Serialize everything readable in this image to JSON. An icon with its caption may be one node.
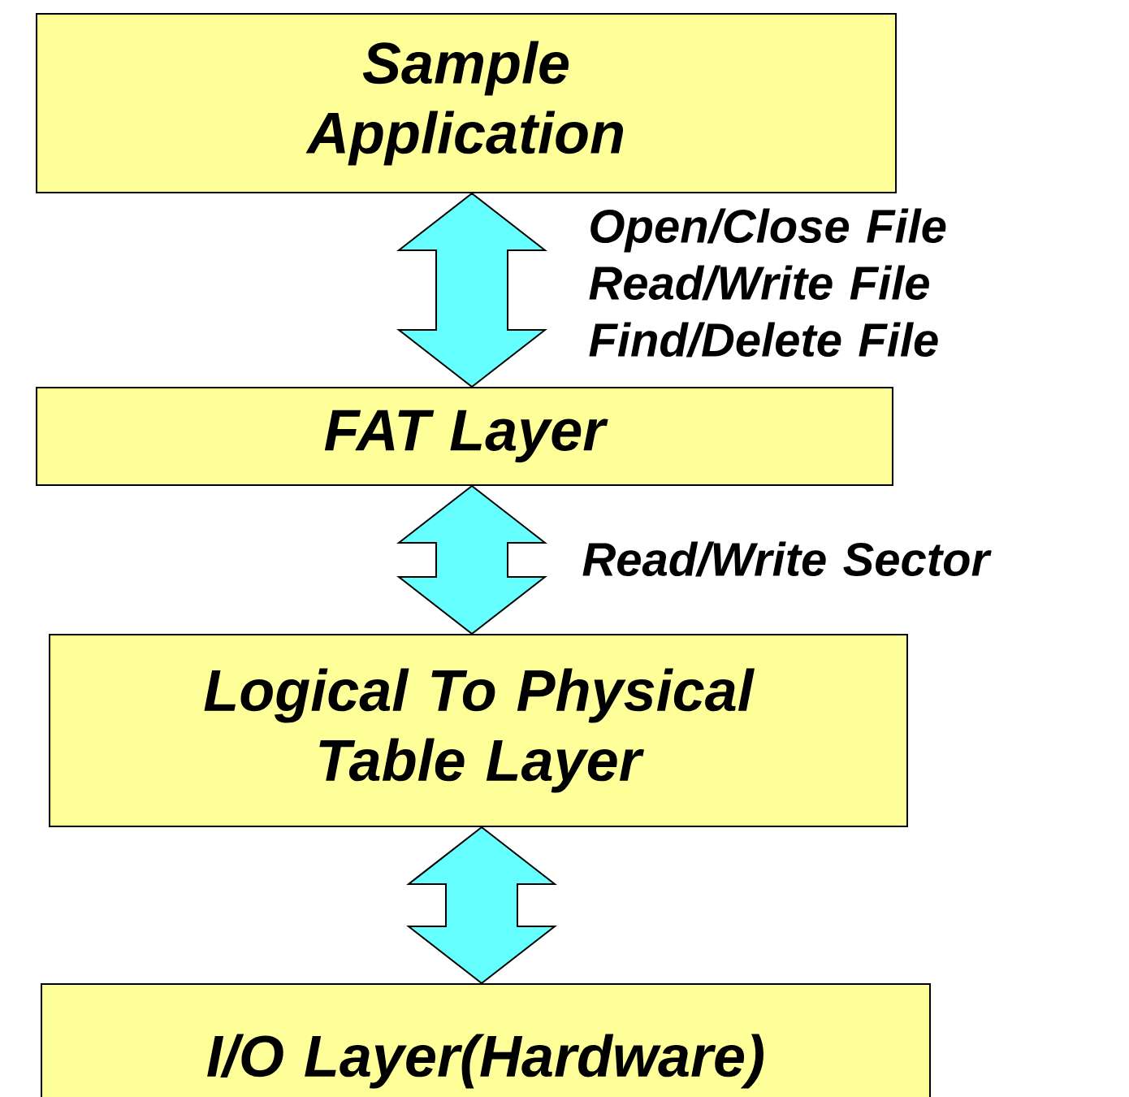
{
  "diagram": {
    "nodes": [
      {
        "text": [
          "Sample Application"
        ]
      },
      {
        "text": [
          "FAT Layer"
        ]
      },
      {
        "text": [
          "Logical To Physical Table Layer"
        ]
      },
      {
        "text": [
          "I/O Layer(Hardware)"
        ]
      }
    ],
    "edges": [
      {
        "from": 0,
        "to": 1,
        "arrow": "both",
        "label": "Open/Close File Read/Write File Find/Delete File"
      },
      {
        "from": 1,
        "to": 2,
        "arrow": "both",
        "label": "Read/Write Sector"
      },
      {
        "from": 2,
        "to": 3,
        "arrow": "both"
      }
    ]
  }
}
